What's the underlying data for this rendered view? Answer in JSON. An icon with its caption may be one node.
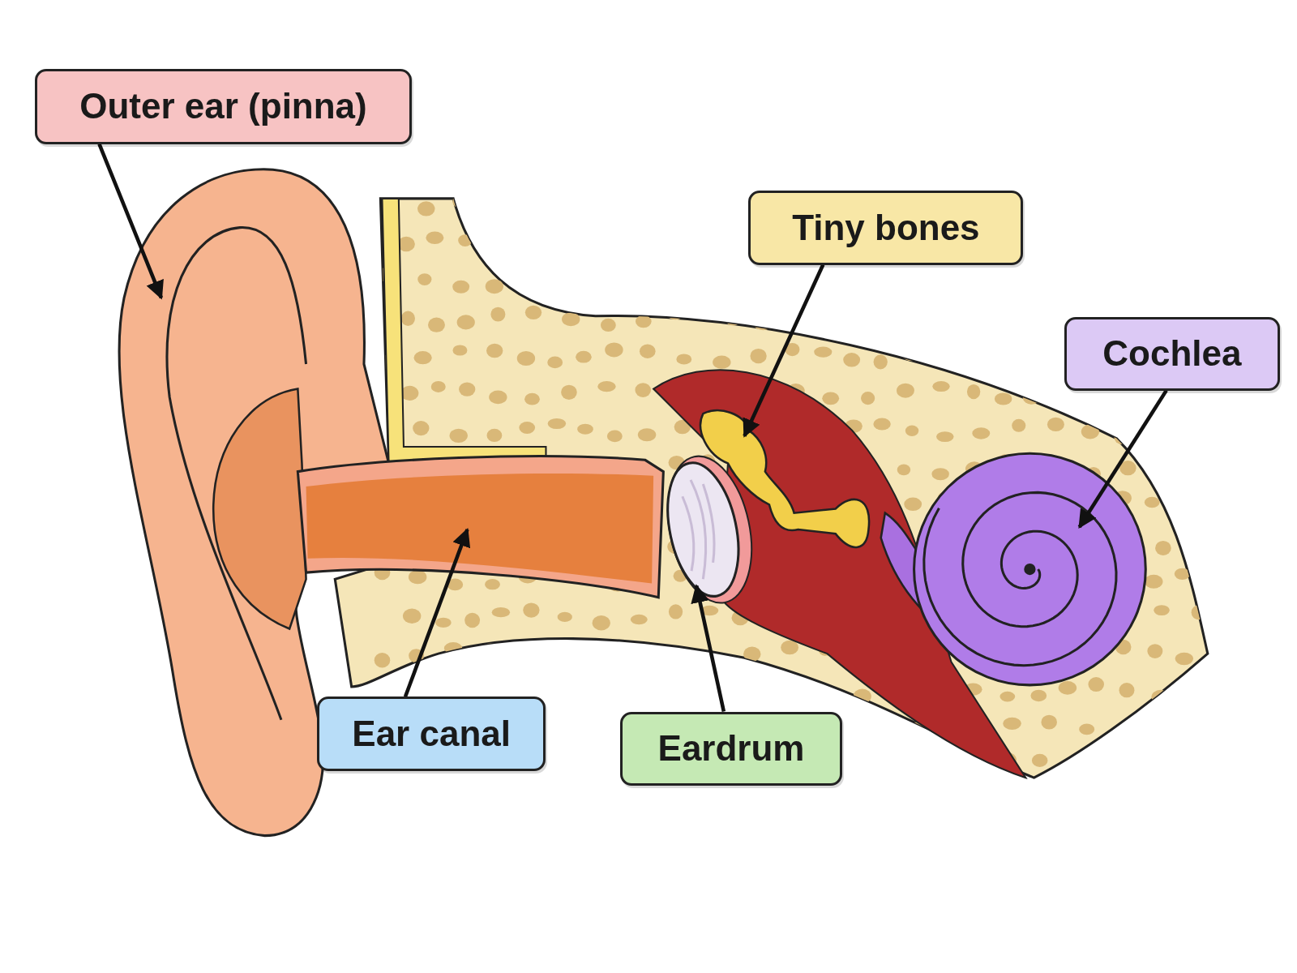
{
  "diagram": {
    "nodes": [
      {
        "text": [
          "Outer ear (pinna)"
        ]
      },
      {
        "text": [
          "Tiny bones"
        ]
      },
      {
        "text": [
          "Cochlea"
        ]
      },
      {
        "text": [
          "Ear canal"
        ]
      },
      {
        "text": [
          "Eardrum"
        ]
      },
      {
        "text": [],
        "shape": "picture"
      },
      {
        "text": [],
        "shape": "picture"
      },
      {
        "text": [],
        "shape": "picture"
      },
      {
        "text": [],
        "shape": "picture"
      },
      {
        "text": [],
        "shape": "picture"
      }
    ],
    "edges": [
      {
        "from": 0,
        "to": 5,
        "arrow": "to"
      },
      {
        "from": 1,
        "to": 8,
        "arrow": "to"
      },
      {
        "from": 2,
        "to": 9,
        "arrow": "to"
      },
      {
        "from": 3,
        "to": 6,
        "arrow": "to"
      },
      {
        "from": 4,
        "to": 7,
        "arrow": "to"
      }
    ]
  }
}
